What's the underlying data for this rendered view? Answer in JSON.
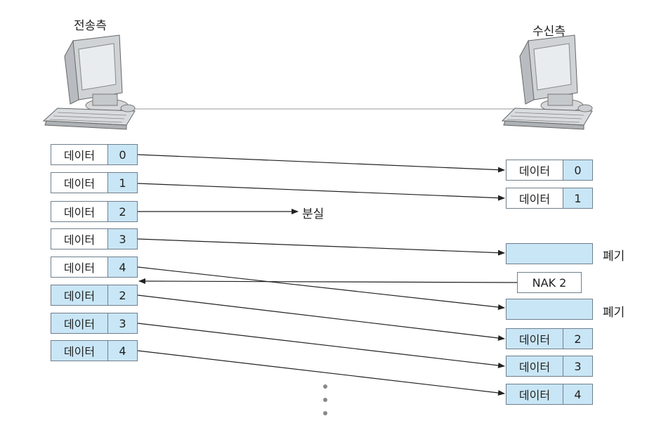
{
  "sender": {
    "title": "전송측"
  },
  "receiver": {
    "title": "수신측"
  },
  "sent_frames": [
    {
      "label": "데이터",
      "num": "0"
    },
    {
      "label": "데이터",
      "num": "1"
    },
    {
      "label": "데이터",
      "num": "2"
    },
    {
      "label": "데이터",
      "num": "3"
    },
    {
      "label": "데이터",
      "num": "4"
    },
    {
      "label": "데이터",
      "num": "2"
    },
    {
      "label": "데이터",
      "num": "3"
    },
    {
      "label": "데이터",
      "num": "4"
    }
  ],
  "received_frames": [
    {
      "label": "데이터",
      "num": "0"
    },
    {
      "label": "데이터",
      "num": "1"
    },
    {
      "label": "데이터",
      "num": "2"
    },
    {
      "label": "데이터",
      "num": "3"
    },
    {
      "label": "데이터",
      "num": "4"
    }
  ],
  "lost_label": "분실",
  "discard_label_1": "폐기",
  "discard_label_2": "폐기",
  "nak_label": "NAK 2",
  "colors": {
    "frame_fill": "#c9e6f6",
    "border": "#6f7f8c",
    "line": "#222222"
  }
}
